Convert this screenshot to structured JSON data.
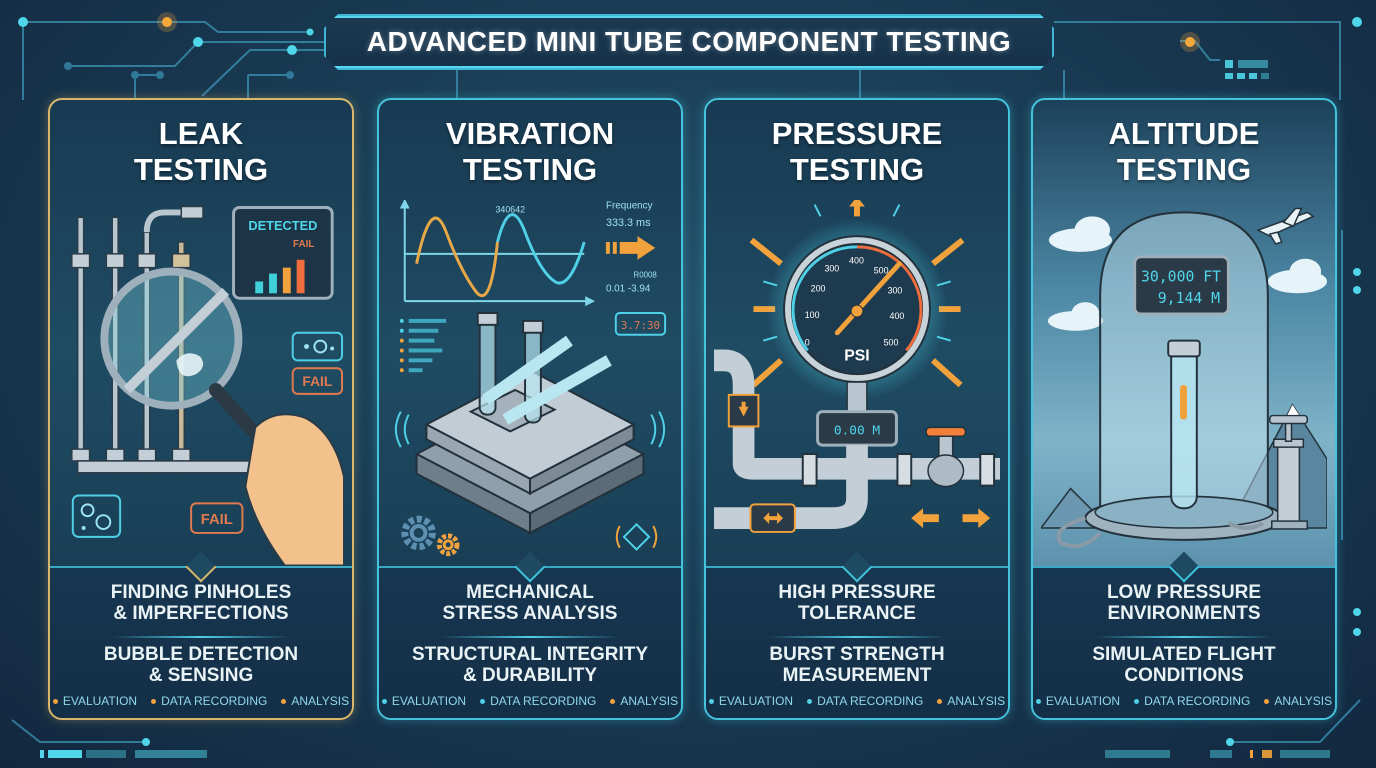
{
  "header": {
    "title": "ADVANCED MINI TUBE COMPONENT TESTING"
  },
  "colors": {
    "accent_cyan": "#43c3dc",
    "accent_orange": "#f2a23c",
    "accent_gold_border": "#d8b66a",
    "fail_red": "#e07a4f",
    "background": "#1a3d55"
  },
  "panels": [
    {
      "id": "leak",
      "title_line1": "LEAK",
      "title_line2": "TESTING",
      "illustration": {
        "monitor_label": "DETECTED",
        "monitor_status": "FAIL",
        "callout_fail_1": "FAIL",
        "callout_fail_2": "FAIL",
        "icons": [
          "pipes-icon",
          "magnifier-icon",
          "hand-icon",
          "bubbles-icon",
          "bar-chart-icon"
        ]
      },
      "subtitle1_line1": "FINDING PINHOLES",
      "subtitle1_line2": "& IMPERFECTIONS",
      "subtitle2_line1": "BUBBLE DETECTION",
      "subtitle2_line2": "& SENSING",
      "tags": [
        "EVALUATION",
        "DATA RECORDING",
        "ANALYSIS"
      ],
      "tag_colors": [
        "#f2a23c",
        "#f2a23c",
        "#f2a23c"
      ]
    },
    {
      "id": "vibration",
      "title_line1": "VIBRATION",
      "title_line2": "TESTING",
      "illustration": {
        "wave_label": "340642",
        "frequency_label": "Frequency",
        "frequency_value": "333.3 ms",
        "readout_code": "R0008",
        "readout_values": "0.01 -3.94",
        "timer_display": "3.7:30",
        "icons": [
          "sine-wave-icon",
          "arrow-right-icon",
          "shaker-table-icon",
          "test-tubes-icon",
          "gears-icon",
          "vibration-sensor-icon"
        ]
      },
      "subtitle1_line1": "MECHANICAL",
      "subtitle1_line2": "STRESS ANALYSIS",
      "subtitle2_line1": "STRUCTURAL INTEGRITY",
      "subtitle2_line2": "& DURABILITY",
      "tags": [
        "EVALUATION",
        "DATA RECORDING",
        "ANALYSIS"
      ],
      "tag_colors": [
        "#4fd0e6",
        "#4fd0e6",
        "#f2a23c"
      ]
    },
    {
      "id": "pressure",
      "title_line1": "PRESSURE",
      "title_line2": "TESTING",
      "illustration": {
        "gauge_unit": "PSI",
        "gauge_ticks": [
          "0",
          "100",
          "200",
          "300",
          "400",
          "500",
          "300",
          "400",
          "500"
        ],
        "digital_readout": "0.00 M",
        "icons": [
          "pressure-gauge-icon",
          "pipe-icon",
          "valve-icon",
          "arrows-inward-icon",
          "double-arrow-icon"
        ]
      },
      "subtitle1_line1": "HIGH PRESSURE",
      "subtitle1_line2": "TOLERANCE",
      "subtitle2_line1": "BURST STRENGTH",
      "subtitle2_line2": "MEASUREMENT",
      "tags": [
        "EVALUATION",
        "DATA RECORDING",
        "ANALYSIS"
      ],
      "tag_colors": [
        "#4fd0e6",
        "#4fd0e6",
        "#f2a23c"
      ]
    },
    {
      "id": "altitude",
      "title_line1": "ALTITUDE",
      "title_line2": "TESTING",
      "illustration": {
        "altitude_ft": "30,000 FT",
        "altitude_m": "9,144 M",
        "icons": [
          "bell-jar-icon",
          "test-tube-icon",
          "airplane-icon",
          "cloud-icon",
          "mountain-icon",
          "vacuum-pump-icon"
        ]
      },
      "subtitle1_line1": "LOW PRESSURE",
      "subtitle1_line2": "ENVIRONMENTS",
      "subtitle2_line1": "SIMULATED FLIGHT",
      "subtitle2_line2": "CONDITIONS",
      "tags": [
        "EVALUATION",
        "DATA RECORDING",
        "ANALYSIS"
      ],
      "tag_colors": [
        "#4fd0e6",
        "#4fd0e6",
        "#f2a23c"
      ]
    }
  ]
}
